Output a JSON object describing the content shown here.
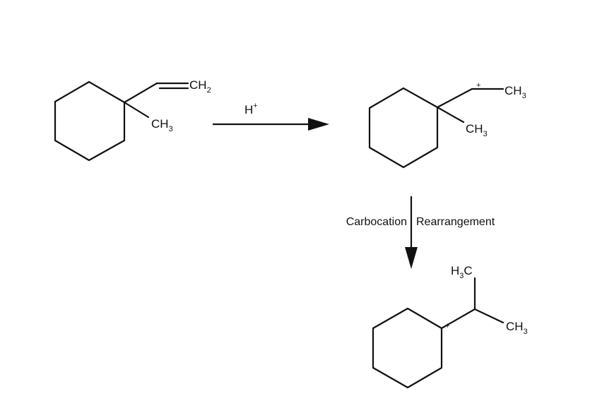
{
  "reactant": {
    "ch2_main": "CH",
    "ch2_sub": "2",
    "ch3_main": "CH",
    "ch3_sub": "3"
  },
  "reagent": {
    "main": "H",
    "sup": "+"
  },
  "intermediate": {
    "charge": "+",
    "ch3_right_main": "CH",
    "ch3_right_sub": "3",
    "ch3_below_main": "CH",
    "ch3_below_sub": "3"
  },
  "step_label_left": "Carbocation",
  "step_label_right": "Rearrangement",
  "product": {
    "charge": "+",
    "h3c_h": "H",
    "h3c_sub": "3",
    "h3c_c": "C",
    "ch3_main": "CH",
    "ch3_sub": "3"
  }
}
